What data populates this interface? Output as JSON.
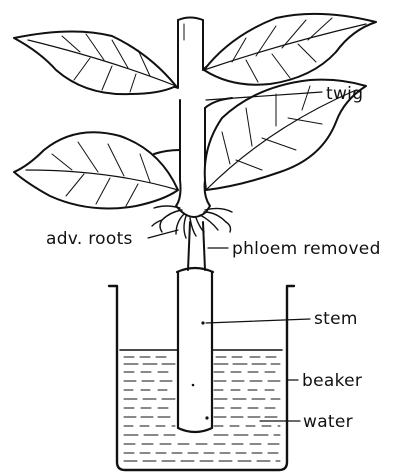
{
  "labels": {
    "twig": "twig",
    "adv_roots": "adv. roots",
    "phloem_removed": "phloem removed",
    "stem": "stem",
    "beaker": "beaker",
    "water": "water"
  },
  "colors": {
    "ink": "#111111",
    "background": "#ffffff"
  }
}
